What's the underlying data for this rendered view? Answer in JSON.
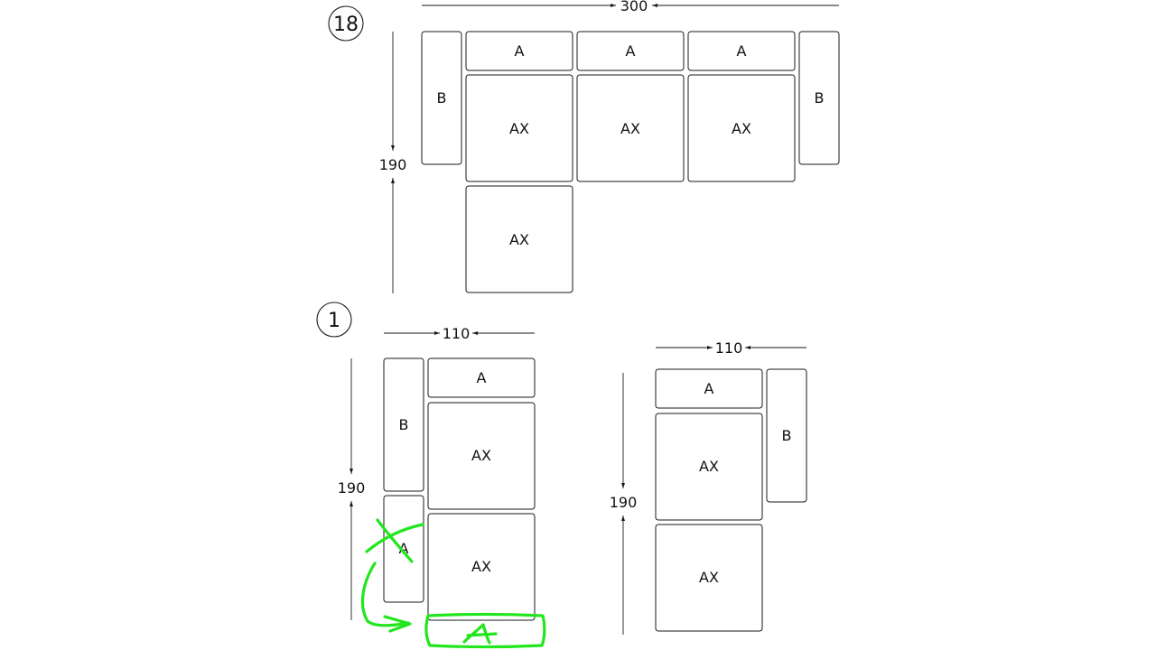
{
  "layout_18": {
    "badge": "18",
    "width_label": "300",
    "depth_label": "190",
    "modules": {
      "b_left": "B",
      "a_1": "A",
      "a_2": "A",
      "a_3": "A",
      "b_right": "B",
      "ax_1": "AX",
      "ax_2": "AX",
      "ax_3": "AX",
      "ax_4": "AX"
    }
  },
  "layout_1": {
    "badge": "1",
    "left_variant": {
      "width_label": "110",
      "depth_label": "190",
      "modules": {
        "b": "B",
        "a_top": "A",
        "ax_1": "AX",
        "a_side": "A",
        "ax_2": "AX"
      }
    },
    "right_variant": {
      "width_label": "110",
      "depth_label": "190",
      "modules": {
        "a": "A",
        "b": "B",
        "ax_1": "AX",
        "ax_2": "AX"
      }
    }
  },
  "annotation": {
    "color": "#22e61e",
    "note_text": "A"
  }
}
